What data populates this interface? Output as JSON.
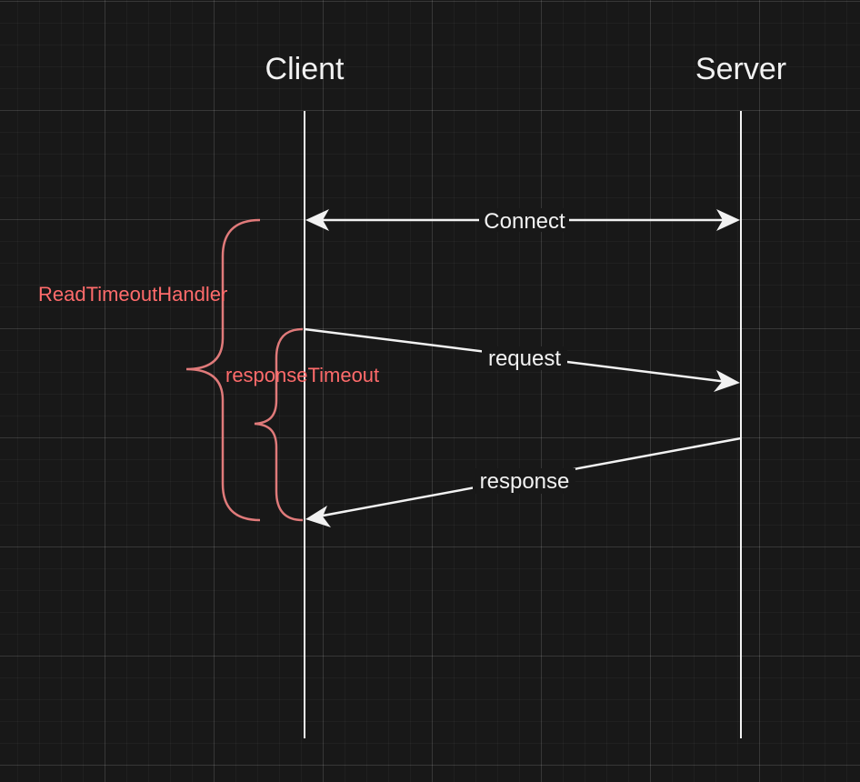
{
  "actors": {
    "client": "Client",
    "server": "Server"
  },
  "messages": {
    "connect": "Connect",
    "request": "request",
    "response": "response"
  },
  "timeouts": {
    "read_timeout_handler": "ReadTimeoutHandler",
    "response_timeout": "responseTimeout"
  },
  "colors": {
    "background": "#181818",
    "line": "#f2f2f2",
    "brace": "#e07a7a",
    "timeout_text": "#ff6b6b"
  }
}
